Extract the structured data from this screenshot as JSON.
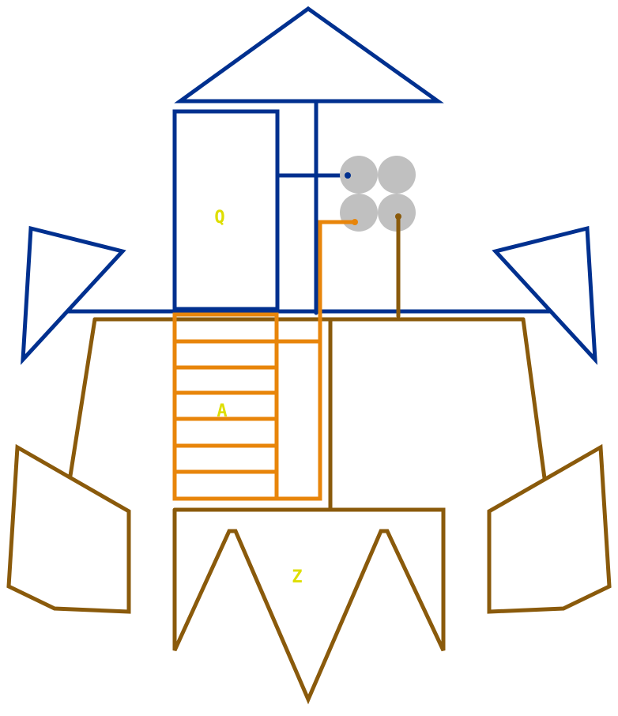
{
  "colors": {
    "navy": "#00308f",
    "brown": "#8a5a0b",
    "orange": "#e8850a",
    "gray": "#c0c0c0",
    "label": "#dede00",
    "background": "#ffffff"
  },
  "labels": {
    "upper_box": "Q",
    "ladder_box": "A",
    "lower_box": "Z"
  }
}
